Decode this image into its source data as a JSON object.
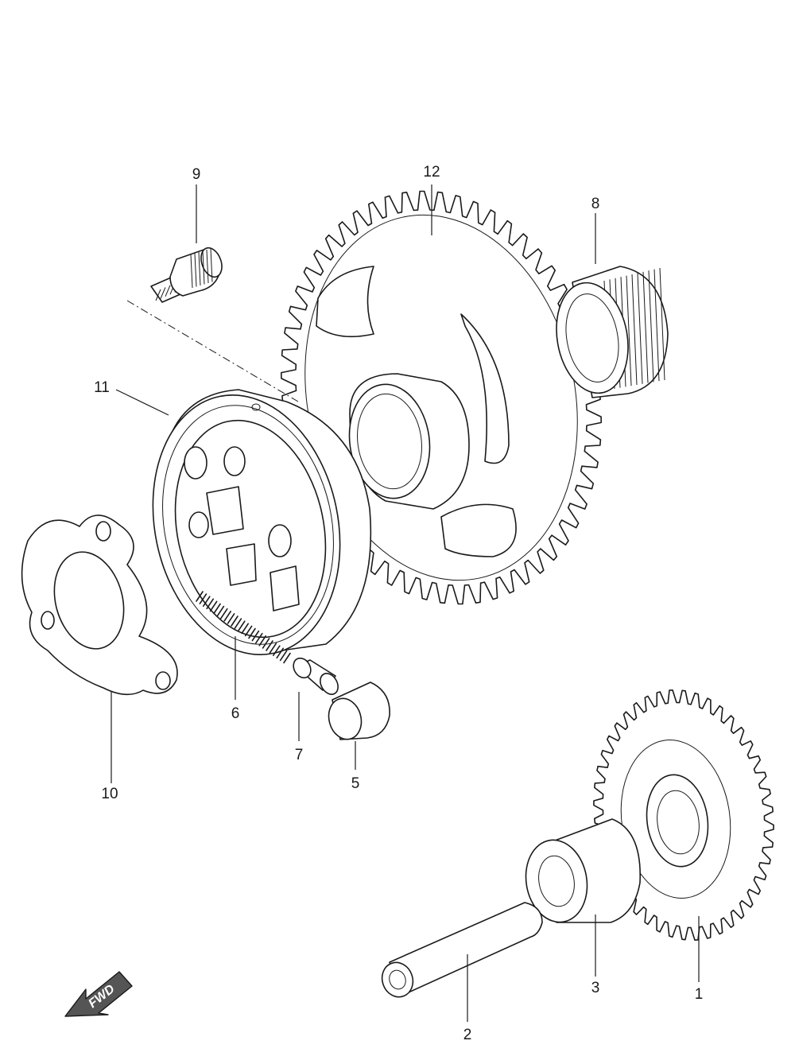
{
  "callouts": {
    "p1": "1",
    "p2": "2",
    "p3": "3",
    "p5": "5",
    "p6": "6",
    "p7": "7",
    "p8": "8",
    "p9": "9",
    "p10": "10",
    "p11": "11",
    "p12": "12"
  },
  "direction_arrow": {
    "label": "FWD"
  },
  "colors": {
    "line": "#1a1a1a",
    "background": "#ffffff",
    "arrow_fill": "#555555"
  }
}
